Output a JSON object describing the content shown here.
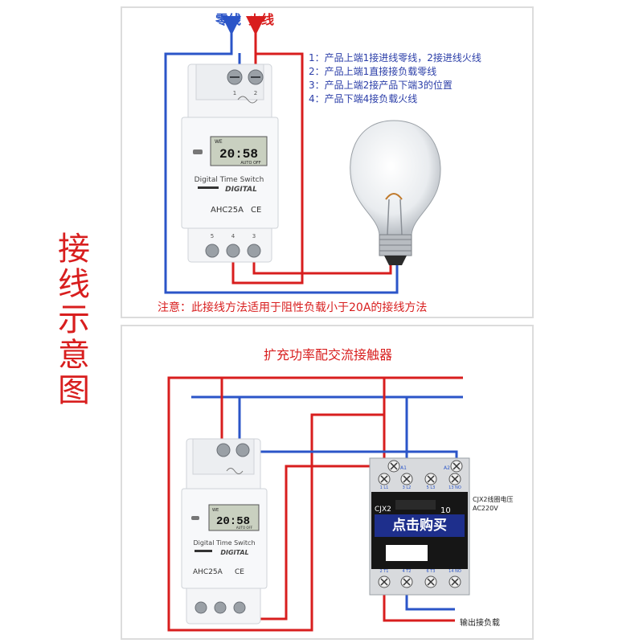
{
  "side_title": [
    "接",
    "线",
    "示",
    "意",
    "图"
  ],
  "top": {
    "neutral_label": "零线",
    "live_label": "火线",
    "steps": [
      "1：产品上端1接进线零线，2接进线火线",
      "2：产品上端1直接接负载零线",
      "3：产品上端2接产品下端3的位置",
      "4：产品下端4接负载火线"
    ],
    "note": "注意：此接线方法适用于阻性负载小于20A的接线方法"
  },
  "device": {
    "display_time": "20:58",
    "display_day": "WE",
    "display_mode": "AUTO OFF",
    "name": "Digital Time Switch",
    "brand": "DIGITAL",
    "model": "AHC25A",
    "ce": "CE",
    "top_terminals": [
      "1",
      "2"
    ],
    "bottom_terminals": [
      "5",
      "4",
      "3"
    ]
  },
  "bottom": {
    "title": "扩充功率配交流接触器",
    "contactor": {
      "model": "CJX2",
      "rating": "10",
      "coil_label": "CJX2线圈电压",
      "coil_voltage": "AC220V",
      "buy_button": "点击购买",
      "coil_terminals": [
        "A1",
        "A2"
      ],
      "top_terminals": [
        "1 L1",
        "3 L2",
        "5 L3",
        "13 NO"
      ],
      "bottom_terminals": [
        "2 T1",
        "4 T2",
        "6 T3",
        "14 NO"
      ]
    },
    "output_label": "输出接负载"
  },
  "colors": {
    "live": "#d81e1e",
    "neutral": "#2b55c8",
    "accent_text": "#d81e1e"
  }
}
